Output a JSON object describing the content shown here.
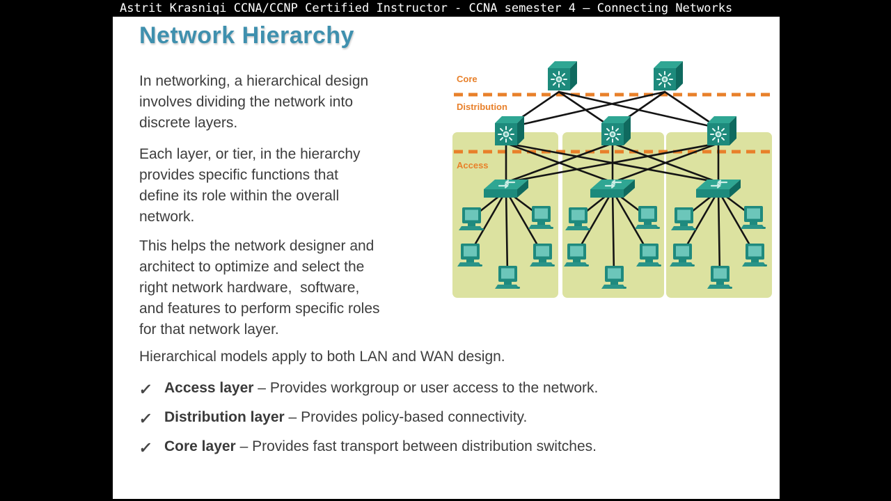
{
  "top_bar": {
    "title": "Astrit Krasniqi CCNA/CCNP Certified Instructor - CCNA semester 4 – Connecting Networks"
  },
  "slide": {
    "title": "Network Hierarchy",
    "paragraphs": {
      "p1": [
        "In networking, a hierarchical design",
        "involves dividing the network into",
        "discrete layers."
      ],
      "p2": [
        "Each layer, or tier, in the hierarchy",
        "provides specific functions that",
        "define its role within the overall",
        "network."
      ],
      "p3": [
        "This helps the network designer and",
        "architect to optimize and select the",
        "right network hardware,  software,",
        "and features to perform specific roles",
        "for that network layer."
      ],
      "p4": [
        "Hierarchical models apply to both LAN and WAN design."
      ]
    },
    "bullets": [
      {
        "mark": "✓",
        "term": "Access layer",
        "sep": " – ",
        "desc": "Provides workgroup or user access to the network."
      },
      {
        "mark": "✓",
        "term": "Distribution layer",
        "sep": " – ",
        "desc": "Provides policy-based connectivity."
      },
      {
        "mark": "✓",
        "term": "Core layer",
        "sep": " – ",
        "desc": "Provides fast transport between distribution switches."
      }
    ],
    "diagram": {
      "labels": {
        "core": "Core",
        "distribution": "Distribution",
        "access": "Access"
      },
      "core_switch_count": 2,
      "distribution_switch_count": 3,
      "access_switch_count": 3,
      "pcs_per_access_group": 5,
      "colors": {
        "layer_label_orange": "#e8802a",
        "dashed_line_orange": "#e8802a",
        "access_panel_green": "#dce2a0",
        "switch_teal_front": "#1d8a7c",
        "switch_teal_top": "#2fa693",
        "switch_teal_side": "#0f6a5f",
        "pc_screen_teal": "#6cc6ba",
        "link_black": "#141414",
        "title_teal": "#3f90ae",
        "body_text": "#3d3d3d"
      }
    }
  }
}
